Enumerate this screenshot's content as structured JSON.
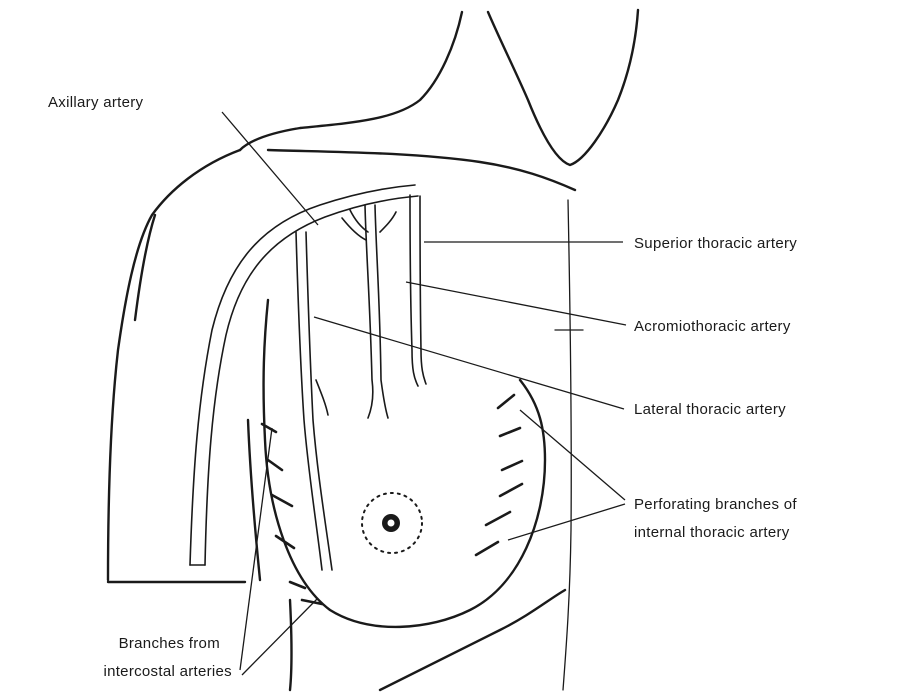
{
  "labels": {
    "axillary": "Axillary artery",
    "superior_thoracic": "Superior thoracic artery",
    "acromiothoracic": "Acromiothoracic artery",
    "lateral_thoracic": "Lateral thoracic artery",
    "perforating_line1": "Perforating branches of",
    "perforating_line2": "internal thoracic artery",
    "intercostal_line1": "Branches from",
    "intercostal_line2": "intercostal arteries"
  }
}
